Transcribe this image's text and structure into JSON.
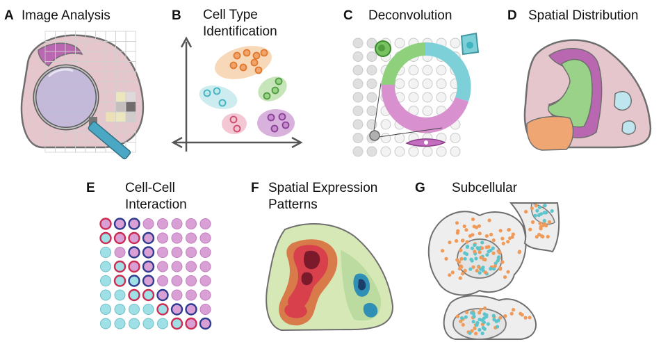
{
  "panels": [
    {
      "id": "A",
      "letter": "A",
      "title_lines": [
        "Image Analysis"
      ]
    },
    {
      "id": "B",
      "letter": "B",
      "title_lines": [
        "Cell Type",
        "Identification"
      ]
    },
    {
      "id": "C",
      "letter": "C",
      "title_lines": [
        "Deconvolution"
      ]
    },
    {
      "id": "D",
      "letter": "D",
      "title_lines": [
        "Spatial Distribution"
      ]
    },
    {
      "id": "E",
      "letter": "E",
      "title_lines": [
        "Cell-Cell",
        "Interaction"
      ]
    },
    {
      "id": "F",
      "letter": "F",
      "title_lines": [
        "Spatial Expression",
        "Patterns"
      ]
    },
    {
      "id": "G",
      "letter": "G",
      "title_lines": [
        "Subcellular"
      ]
    }
  ],
  "colors": {
    "tissue_pink": "#e6c6cd",
    "tissue_outline": "#6e6e6e",
    "purple_band": "#b967b0",
    "orange": "#ef9a5a",
    "green": "#7fc46c",
    "cyan": "#7dcfd8",
    "magenta": "#d978b8",
    "violet": "#9a4fa8",
    "axis": "#555555",
    "dot_cyan": "#9fdfe6",
    "dot_pink": "#d9a0d5",
    "ring_red": "#cc2c52",
    "ring_navy": "#2f3b8f",
    "heat_green": "#d6e8b5",
    "heat_orange": "#d97a4a",
    "heat_red": "#d8404c",
    "heat_dark": "#7a1a2a",
    "heat_blue": "#2f8fb5",
    "transcript_orange": "#ef9a5a",
    "transcript_cyan": "#5cc4cc"
  },
  "icons": {
    "A": "magnifying-glass-icon",
    "B": "scatter-clusters-icon",
    "C": "donut-proportions-icon",
    "D": "tissue-map-icon",
    "E": "spot-grid-icon",
    "F": "heatmap-contour-icon",
    "G": "cell-transcripts-icon"
  }
}
